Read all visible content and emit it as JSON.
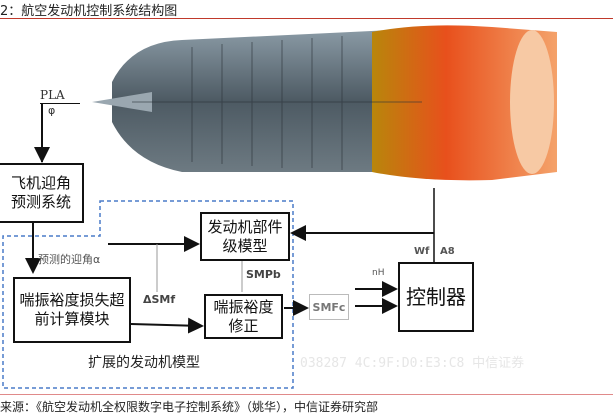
{
  "title": "2：航空发动机控制系统结构图",
  "watermark": "038287  4C:9F:D0:E3:C8  中信证券",
  "labels": {
    "pla": "PLA",
    "phi": "φ",
    "predicted_aoa": "预测的迎角α",
    "delta_smf": "ΔSMf",
    "sm_pb": "SMPb",
    "sm_fc": "SMFc",
    "n_h": "nH",
    "w_f": "Wf",
    "a_8": "A8",
    "extended_model": "扩展的发动机模型"
  },
  "boxes": {
    "aoa_prediction": [
      "飞机迎角",
      "预测系统"
    ],
    "engine_component_model": [
      "发动机部件",
      "级模型"
    ],
    "surge_margin_loss": [
      "喘振裕度损失超",
      "前计算模块"
    ],
    "surge_margin_correction": [
      "喘振裕度",
      "修正"
    ],
    "controller": "控制器"
  },
  "source": "来源：《航空发动机全权限数字电子控制系统》（姚华），中信证券研究部",
  "colors": {
    "dashed_border": "#4a7cc9",
    "red_rule": "#c0392b"
  }
}
